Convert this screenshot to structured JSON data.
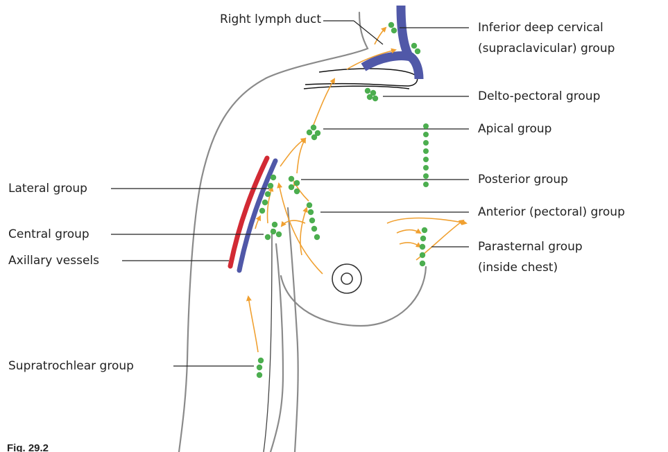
{
  "figure_label": "Fig. 29.2",
  "colors": {
    "node": "#4cae4f",
    "arrow": "#f0a030",
    "vein": "#5058a8",
    "artery": "#d22a34",
    "outline": "#8a8a8a",
    "leader": "#222222"
  },
  "labels": {
    "right_lymph_duct": "Right lymph duct",
    "inferior_deep_cervical_1": "Inferior deep cervical",
    "inferior_deep_cervical_2": "(supraclavicular) group",
    "delto_pectoral": "Delto-pectoral group",
    "apical": "Apical group",
    "posterior": "Posterior group",
    "anterior": "Anterior (pectoral) group",
    "parasternal_1": "Parasternal group",
    "parasternal_2": "(inside chest)",
    "lateral": "Lateral group",
    "central": "Central group",
    "axillary_vessels": "Axillary vessels",
    "supratrochlear": "Supratrochlear group"
  }
}
